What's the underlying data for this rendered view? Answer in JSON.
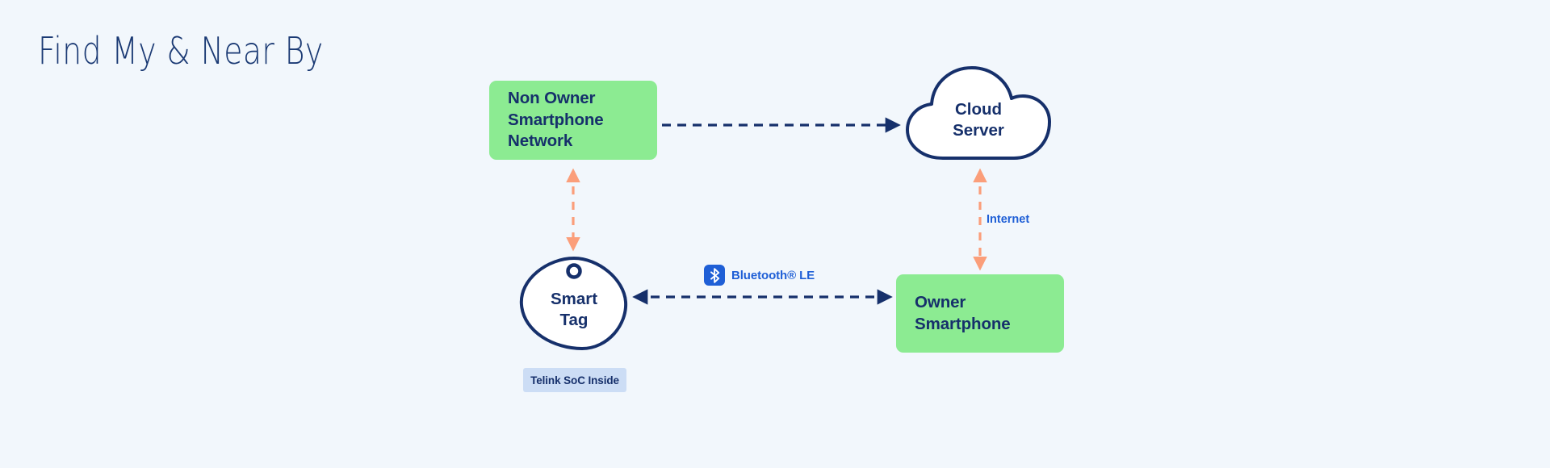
{
  "page": {
    "title": "Find My & Near By",
    "background_color": "#f2f7fc"
  },
  "colors": {
    "node_green": "#8ceb92",
    "navy": "#16306b",
    "title_navy": "#1b3a74",
    "salmon_arrow": "#fb9e7a",
    "bluetooth_blue": "#1f5fd6",
    "badge_blue": "#ccddf5",
    "cloud_fill": "#ffffff"
  },
  "diagram": {
    "nodes": {
      "non_owner": {
        "name": "Non Owner Smartphone Network",
        "lines": [
          "Non Owner",
          "Smartphone",
          "Network"
        ],
        "shape": "rounded-rectangle",
        "fill": "#8ceb92"
      },
      "cloud_server": {
        "name": "Cloud Server",
        "lines": [
          "Cloud",
          "Server"
        ],
        "shape": "cloud",
        "fill": "#ffffff"
      },
      "smart_tag": {
        "name": "Smart Tag",
        "lines": [
          "Smart",
          "Tag"
        ],
        "shape": "tag-blob-with-hole",
        "fill": "#ffffff",
        "badge": "Telink SoC Inside"
      },
      "owner_smartphone": {
        "name": "Owner Smartphone",
        "lines": [
          "Owner",
          "Smartphone"
        ],
        "shape": "rounded-rectangle",
        "fill": "#8ceb92"
      }
    },
    "connections": [
      {
        "id": "non-owner-to-cloud",
        "from": "non_owner",
        "to": "cloud_server",
        "style": "dashed",
        "color": "#16306b",
        "direction": "one-way-right",
        "label": ""
      },
      {
        "id": "non-owner-to-smart-tag",
        "from": "non_owner",
        "to": "smart_tag",
        "style": "dashed",
        "color": "#fb9e7a",
        "direction": "two-way-vertical",
        "label": ""
      },
      {
        "id": "cloud-to-owner",
        "from": "cloud_server",
        "to": "owner_smartphone",
        "style": "dashed",
        "color": "#fb9e7a",
        "direction": "two-way-vertical",
        "label": "Internet"
      },
      {
        "id": "smart-tag-to-owner",
        "from": "smart_tag",
        "to": "owner_smartphone",
        "style": "dashed",
        "color": "#16306b",
        "direction": "two-way-horizontal",
        "label": "Bluetooth® LE"
      }
    ],
    "labels": {
      "internet": "Internet",
      "bluetooth": "Bluetooth® LE",
      "telink_badge": "Telink SoC Inside"
    }
  }
}
